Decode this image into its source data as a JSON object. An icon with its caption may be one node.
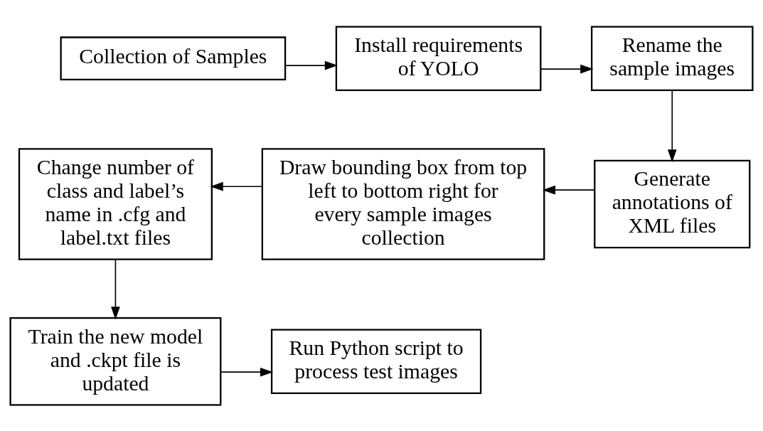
{
  "diagram": {
    "nodes": [
      {
        "text": [
          "Collection of Samples"
        ]
      },
      {
        "text": [
          "Install requirements of YOLO"
        ]
      },
      {
        "text": [
          "Rename the sample images"
        ]
      },
      {
        "text": [
          "Generate annotations of XML files"
        ]
      },
      {
        "text": [
          "Draw bounding box from top left to bottom right for every sample images collection"
        ]
      },
      {
        "text": [
          "Change number of class and label’s name in .cfg and label.txt files"
        ]
      },
      {
        "text": [
          "Train the new model and .ckpt file is updated"
        ]
      },
      {
        "text": [
          "Run Python script to process test images"
        ]
      }
    ],
    "edges": [
      {
        "from": 0,
        "to": 1,
        "arrow": "to"
      },
      {
        "from": 1,
        "to": 2,
        "arrow": "to"
      },
      {
        "from": 2,
        "to": 3,
        "arrow": "to"
      },
      {
        "from": 3,
        "to": 4,
        "arrow": "to"
      },
      {
        "from": 4,
        "to": 5,
        "arrow": "to"
      },
      {
        "from": 5,
        "to": 6,
        "arrow": "to"
      },
      {
        "from": 6,
        "to": 7,
        "arrow": "to"
      }
    ]
  }
}
